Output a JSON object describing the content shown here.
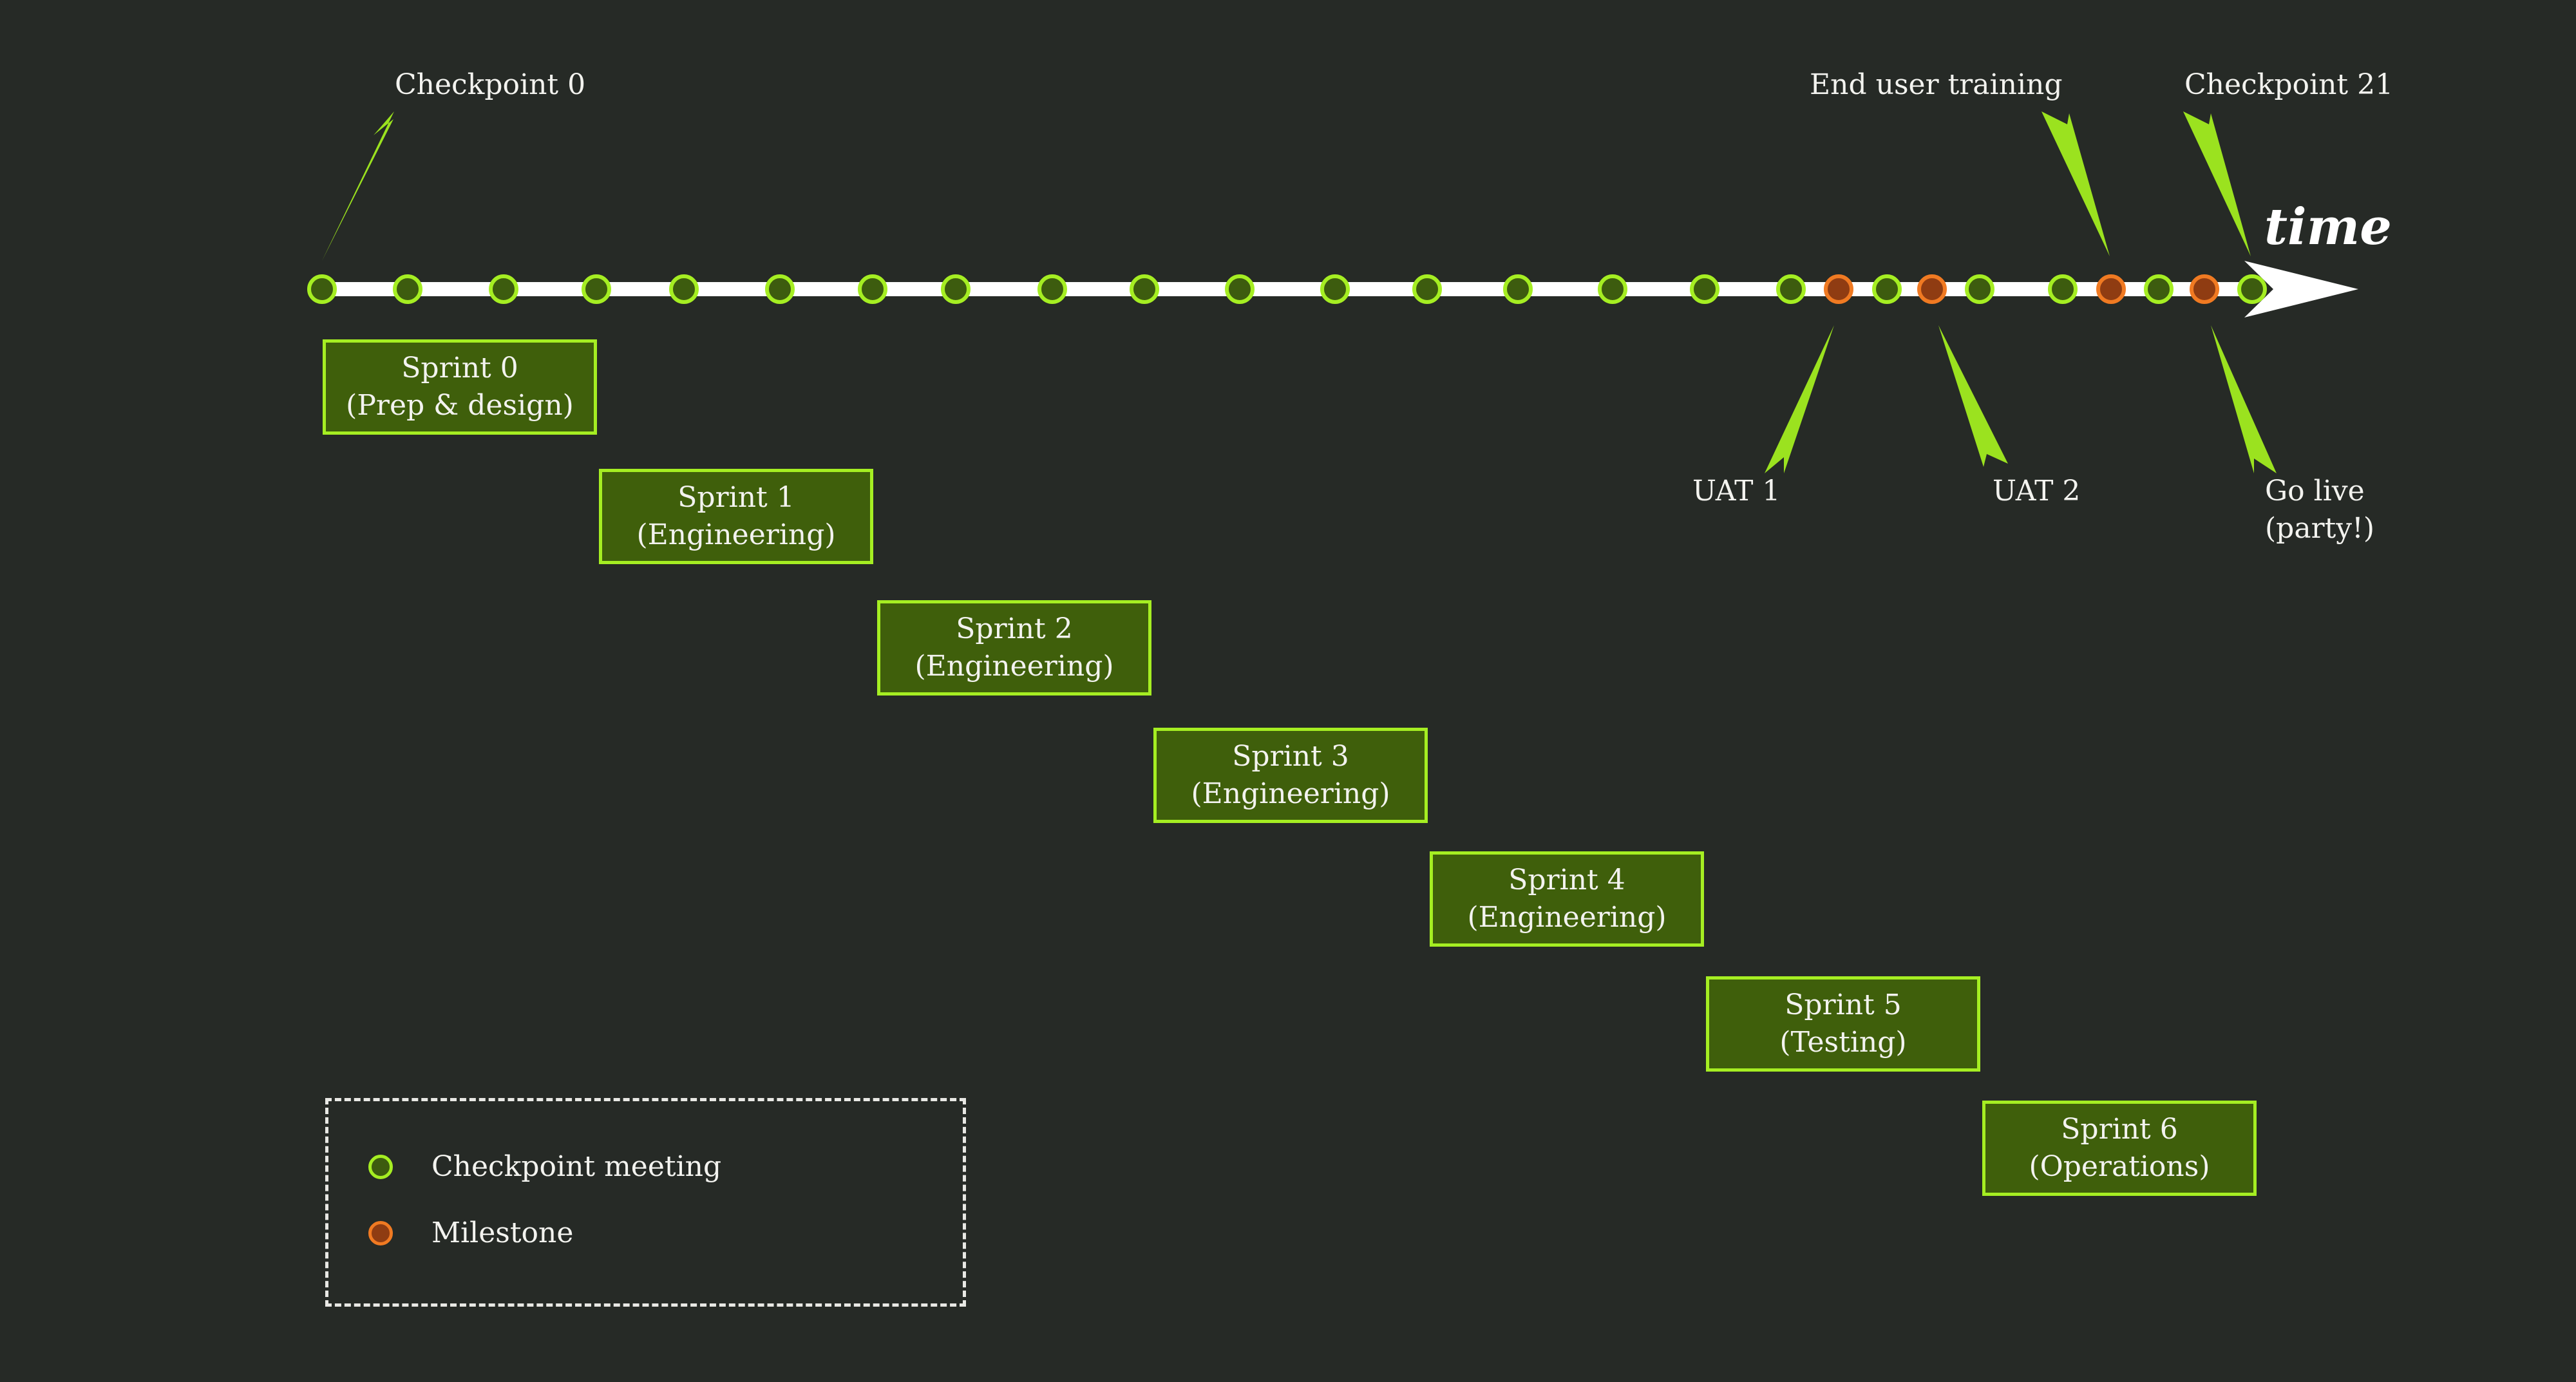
{
  "timeline": {
    "axis_label": "time",
    "points": [
      "checkpoint",
      "checkpoint",
      "checkpoint",
      "checkpoint",
      "checkpoint",
      "checkpoint",
      "checkpoint",
      "checkpoint",
      "checkpoint",
      "checkpoint",
      "checkpoint",
      "checkpoint",
      "checkpoint",
      "checkpoint",
      "checkpoint",
      "checkpoint",
      "checkpoint",
      "milestone",
      "checkpoint",
      "milestone",
      "checkpoint",
      "checkpoint",
      "milestone",
      "checkpoint",
      "milestone",
      "checkpoint"
    ]
  },
  "callouts": {
    "checkpoint_0": "Checkpoint 0",
    "end_user_training": "End user training",
    "checkpoint_21": "Checkpoint 21",
    "uat_1": "UAT 1",
    "uat_2": "UAT 2",
    "go_live_line1": "Go live",
    "go_live_line2": "(party!)"
  },
  "sprints": [
    {
      "title": "Sprint 0",
      "phase": "(Prep & design)"
    },
    {
      "title": "Sprint 1",
      "phase": "(Engineering)"
    },
    {
      "title": "Sprint 2",
      "phase": "(Engineering)"
    },
    {
      "title": "Sprint 3",
      "phase": "(Engineering)"
    },
    {
      "title": "Sprint 4",
      "phase": "(Engineering)"
    },
    {
      "title": "Sprint 5",
      "phase": "(Testing)"
    },
    {
      "title": "Sprint 6",
      "phase": "(Operations)"
    }
  ],
  "legend": {
    "checkpoint": "Checkpoint meeting",
    "milestone": "Milestone"
  },
  "colors": {
    "background": "#262a26",
    "accent": "#a5ee22",
    "checkpoint_fill": "#3d5c0f",
    "milestone_fill": "#8f3c12",
    "milestone_stroke": "#f07a22",
    "box_fill": "#3f5f0b",
    "text": "#f3f3ef"
  }
}
